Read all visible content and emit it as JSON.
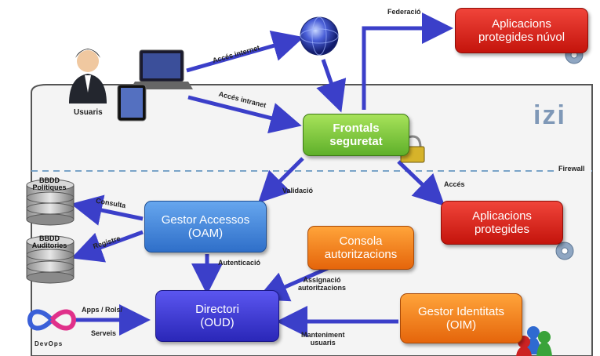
{
  "labels": {
    "usuaris": "Usuaris",
    "acces_internet": "Accés internet",
    "acces_intranet": "Accés intranet",
    "federacio": "Federació",
    "firewall": "Firewall",
    "validacio": "Validació",
    "acces": "Accés",
    "consulta": "Consulta",
    "registre": "Registre",
    "autenticacio": "Autenticació",
    "assignacio_l1": "Assignació",
    "assignacio_l2": "autoritzacions",
    "manteniment_l1": "Manteniment",
    "manteniment_l2": "usuaris",
    "apps_l1": "Apps / Rols/",
    "apps_l2": "Serveis",
    "devops": "DevOps",
    "logo": "izi"
  },
  "boxes": {
    "apps_nuvol": {
      "line1": "Aplicacions",
      "line2": "protegides núvol"
    },
    "frontals": {
      "line1": "Frontals",
      "line2": "seguretat"
    },
    "apps_protegides": {
      "line1": "Aplicacions",
      "line2": "protegides"
    },
    "gestor_accessos": {
      "line1": "Gestor Accessos",
      "line2": "(OAM)"
    },
    "consola": {
      "line1": "Consola",
      "line2": "autoritzacions"
    },
    "directori": {
      "line1": "Directori",
      "line2": "(OUD)"
    },
    "gestor_identitats": {
      "line1": "Gestor Identitats",
      "line2": "(OIM)"
    }
  },
  "databases": {
    "politiques": {
      "line1": "BBDD",
      "line2": "Polítiques"
    },
    "auditories": {
      "line1": "BBDD",
      "line2": "Auditories"
    }
  },
  "colors": {
    "arrow": "#3b3fc9",
    "red": "#d82a20",
    "green": "#7cc43c",
    "blue": "#3f86de",
    "orange": "#f07d1c",
    "indigo": "#3a36d6"
  }
}
